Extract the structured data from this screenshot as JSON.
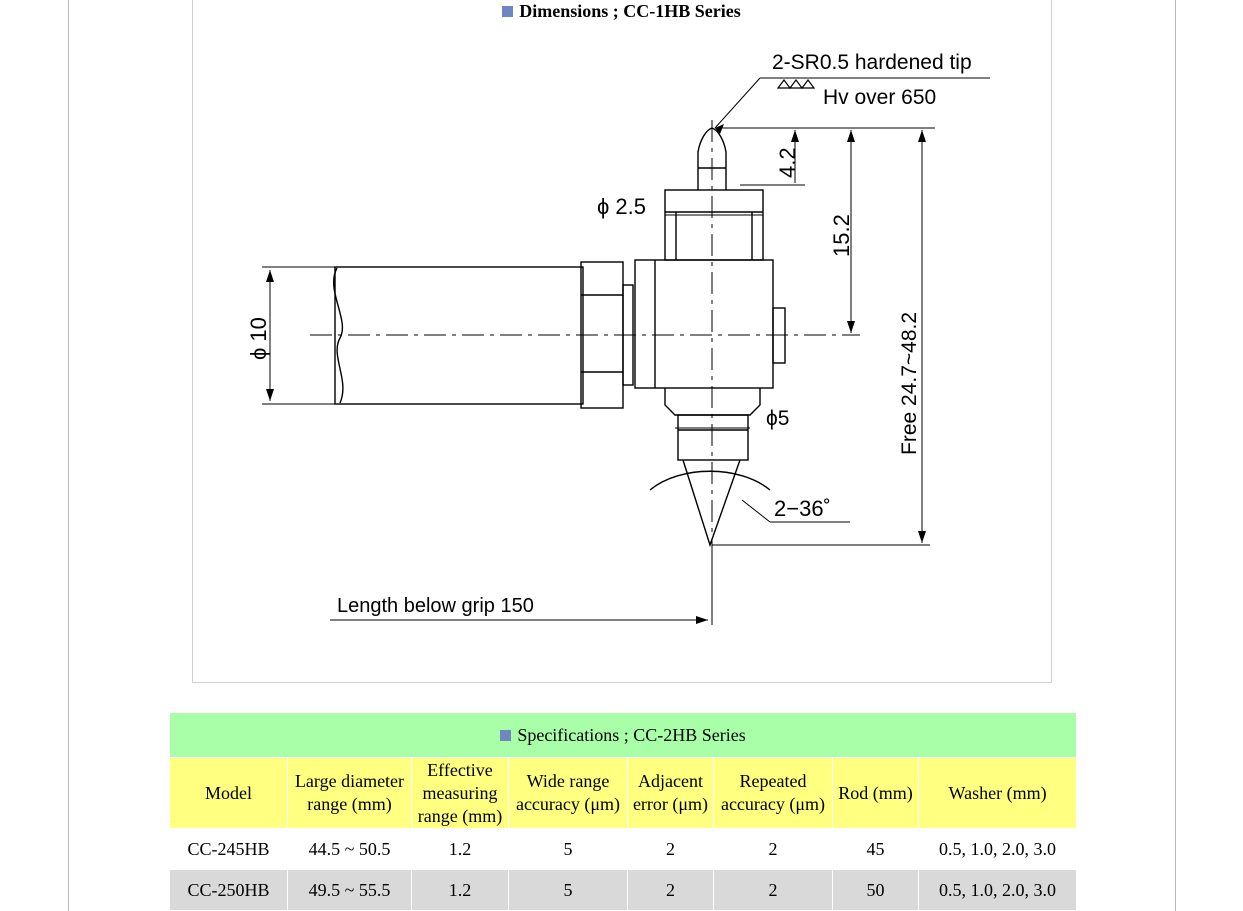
{
  "dimensions_section": {
    "title": "Dimensions ; CC-1HB Series"
  },
  "drawing": {
    "tip_label": "2-SR0.5 hardened tip",
    "hardness_label": "Hv over 650",
    "dim_tip_length": "4.2",
    "dim_diameter_rod": "ϕ 2.5",
    "dim_height": "15.2",
    "dim_free_range": "Free  24.7~48.2",
    "dim_grip_diameter": "ϕ 10",
    "dim_lower_diameter": "ϕ5",
    "dim_angle": "2−36˚",
    "dim_length_below_grip": "Length below grip 150"
  },
  "specs": {
    "title": "Specifications ; CC-2HB Series",
    "headers": [
      "Model",
      "Large diameter range (mm)",
      "Effective measuring range (mm)",
      "Wide range accuracy (μm)",
      "Adjacent error (μm)",
      "Repeated accuracy (μm)",
      "Rod (mm)",
      "Washer (mm)"
    ],
    "rows": [
      [
        "CC-245HB",
        "44.5 ~ 50.5",
        "1.2",
        "5",
        "2",
        "2",
        "45",
        "0.5, 1.0, 2.0, 3.0"
      ],
      [
        "CC-250HB",
        "49.5 ~ 55.5",
        "1.2",
        "5",
        "2",
        "2",
        "50",
        "0.5, 1.0, 2.0, 3.0"
      ]
    ]
  },
  "colors": {
    "section_marker": "#6f87c0",
    "title_row_bg": "#a8ffa8",
    "header_row_bg": "#ffff80",
    "alt_row_bg": "#d9d9d9"
  }
}
